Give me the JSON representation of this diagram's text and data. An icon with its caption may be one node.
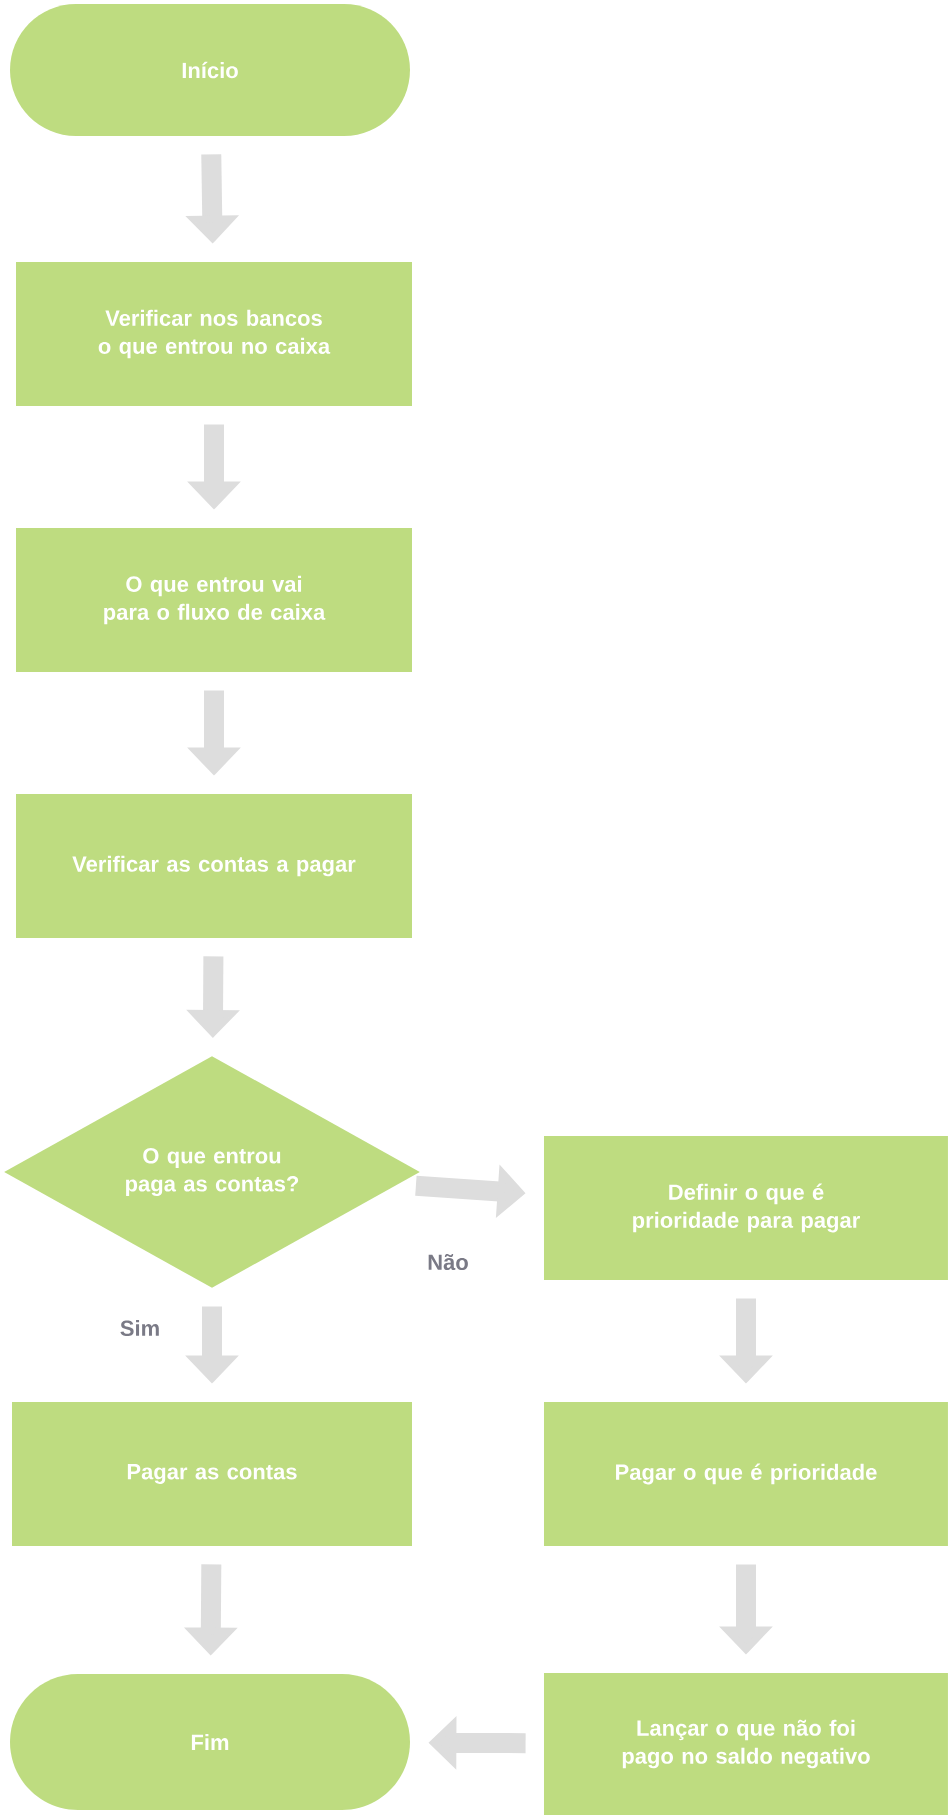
{
  "diagram": {
    "nodes": [
      {
        "text": [
          "Início"
        ]
      },
      {
        "text": [
          "Verificar nos bancos o que entrou no caixa"
        ]
      },
      {
        "text": [
          "O que entrou vai para o fluxo de caixa"
        ]
      },
      {
        "text": [
          "Verificar as contas a pagar"
        ]
      },
      {
        "text": [
          "O que entrou paga as contas?"
        ]
      },
      {
        "text": [
          "Definir o que é prioridade para pagar"
        ]
      },
      {
        "text": [
          "Pagar as contas"
        ]
      },
      {
        "text": [
          "Pagar o que é prioridade"
        ]
      },
      {
        "text": [
          "Fim"
        ]
      },
      {
        "text": [
          "Lançar o que não foi pago no saldo negativo"
        ]
      }
    ],
    "edges": [
      {
        "from": 0,
        "to": 1,
        "arrow": "to"
      },
      {
        "from": 1,
        "to": 2,
        "arrow": "to"
      },
      {
        "from": 2,
        "to": 3,
        "arrow": "to"
      },
      {
        "from": 3,
        "to": 4,
        "arrow": "to"
      },
      {
        "from": 4,
        "to": 5,
        "arrow": "to",
        "label": "Não"
      },
      {
        "from": 4,
        "to": 6,
        "arrow": "to",
        "label": "Sim"
      },
      {
        "from": 5,
        "to": 7,
        "arrow": "to"
      },
      {
        "from": 6,
        "to": 8,
        "arrow": "to"
      },
      {
        "from": 7,
        "to": 9,
        "arrow": "to"
      },
      {
        "from": 9,
        "to": 8,
        "arrow": "to"
      }
    ]
  }
}
